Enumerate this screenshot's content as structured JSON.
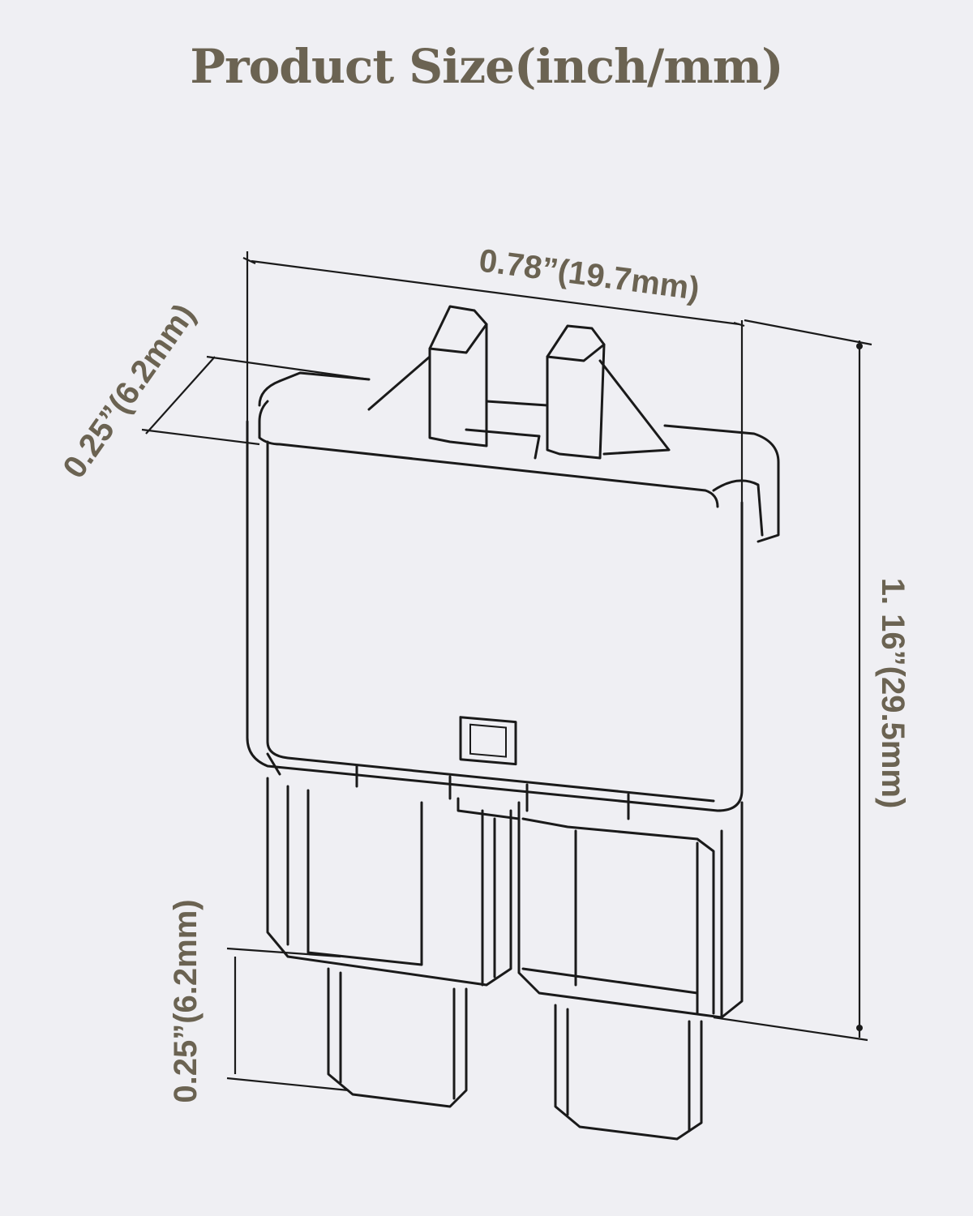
{
  "title": "Product Size(inch/mm)",
  "dimensions": {
    "width": "0.78”(19.7mm)",
    "depth": "0.25”(6.2mm)",
    "height": "1. 16”(29.5mm)",
    "prong_length": "0.25”(6.2mm)"
  },
  "colors": {
    "label": "#6b6352",
    "background": "#efeff3",
    "line": "#1a1a1a"
  }
}
